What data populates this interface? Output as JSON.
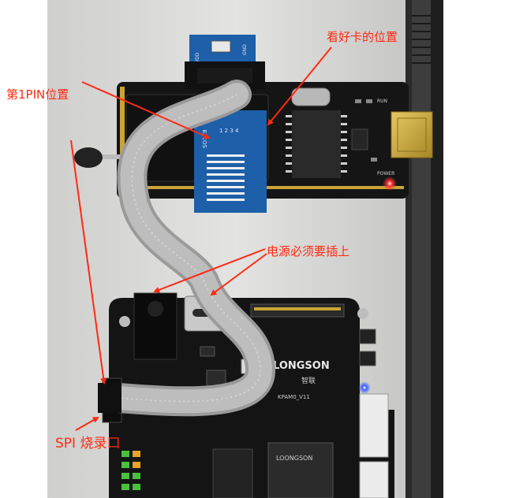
{
  "annotations": {
    "card_position": "看好卡的位置",
    "pin1_position": "第1PIN位置",
    "power_required": "电源必须要插上",
    "spi_burn_port": "SPI 烧录口"
  },
  "board_markings": {
    "programmer_vdd": "VDD",
    "programmer_gnd": "GND",
    "programmer_clip": "SO1C8",
    "programmer_pins": "1 2 3 4",
    "programmer_power": "POWER",
    "programmer_run": "RUN",
    "dev_board_brand": "LONGSON",
    "dev_board_sub": "智联",
    "dev_board_model": "KPAM0_V11",
    "chip_brand": "LOONGSON"
  },
  "colors": {
    "annotation": "#ff2a12",
    "pcb": "#141414",
    "ribbon": "#b7b7b7",
    "usb_metal": "#c9a436",
    "led_red": "#ff2020",
    "led_blue": "#3a5cff"
  }
}
